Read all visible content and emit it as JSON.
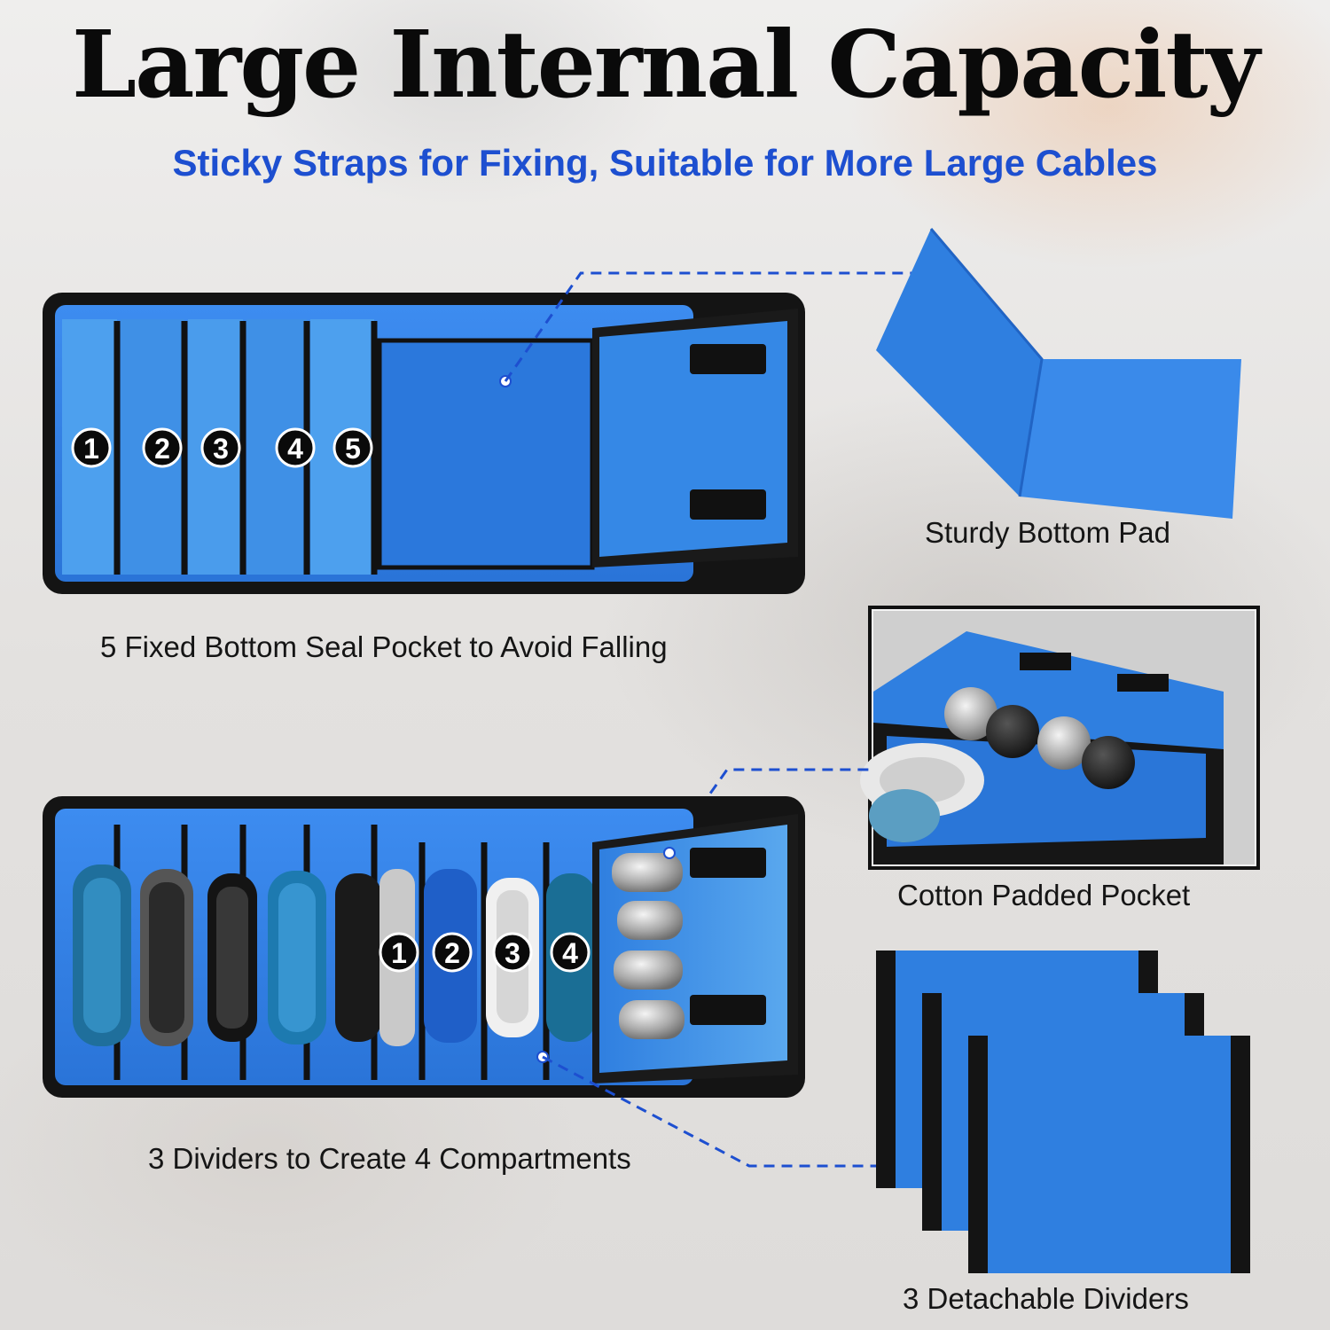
{
  "header": {
    "title": "Large Internal Capacity",
    "subtitle": "Sticky Straps for Fixing, Suitable for More Large Cables"
  },
  "captions": {
    "top_bag": "5 Fixed Bottom Seal Pocket to Avoid Falling",
    "bottom_pad": "Sturdy Bottom Pad",
    "padded_pocket": "Cotton Padded Pocket",
    "bottom_bag": "3 Dividers to Create 4 Compartments",
    "dividers": "3 Detachable Dividers"
  },
  "badges": {
    "top": [
      "1",
      "2",
      "3",
      "4",
      "5"
    ],
    "bottom": [
      "1",
      "2",
      "3",
      "4"
    ]
  },
  "colors": {
    "bag_blue": "#2f7fe0",
    "bag_blue_dark": "#1f62c2",
    "bag_black": "#141414",
    "subtitle_blue": "#1d4fd0",
    "leader_line": "#1d4fd0"
  }
}
